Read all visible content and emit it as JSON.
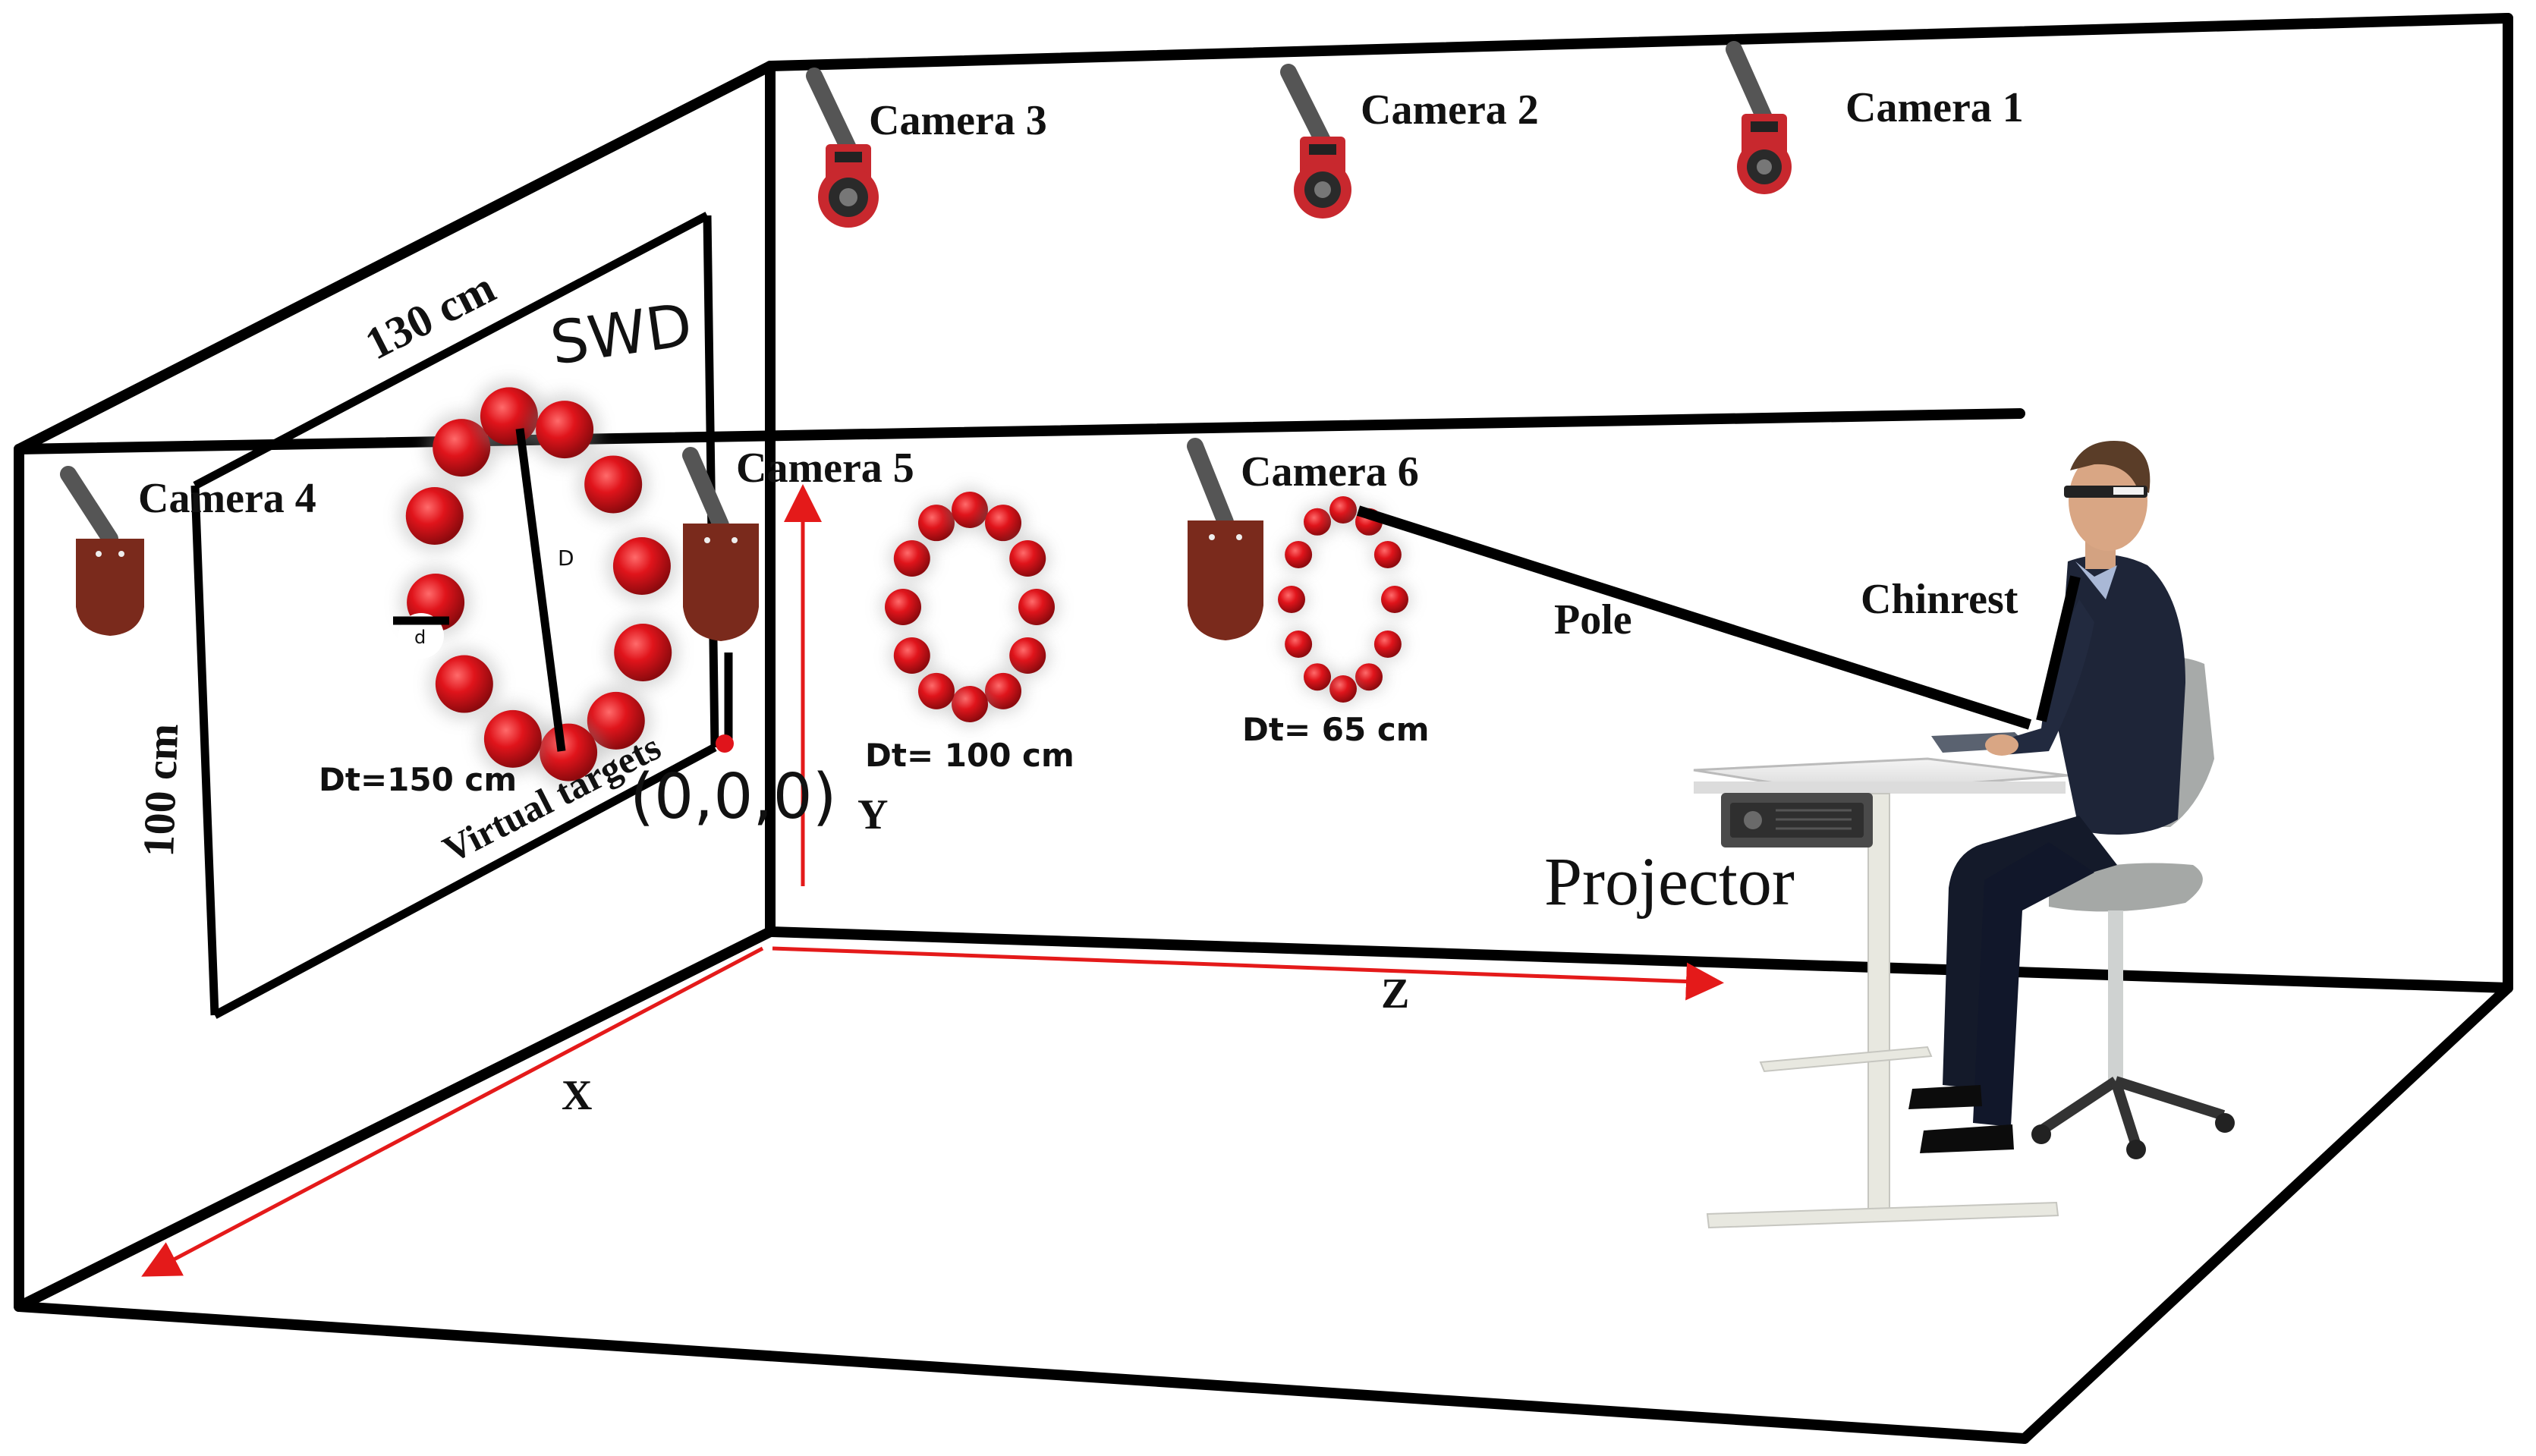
{
  "cameras": {
    "camera1": "Camera 1",
    "camera2": "Camera 2",
    "camera3": "Camera 3",
    "camera4": "Camera 4",
    "camera5": "Camera 5",
    "camera6": "Camera 6"
  },
  "labels": {
    "swd": "SWD",
    "width": "130 cm",
    "height": "100 cm",
    "virtual_targets": "Virtual targets",
    "origin": "(0,0,0)",
    "pole": "Pole",
    "chinrest": "Chinrest",
    "projector": "Projector",
    "D": "D",
    "d": "d"
  },
  "axes": {
    "x": "X",
    "y": "Y",
    "z": "Z"
  },
  "target_rings": [
    {
      "label": "Dt=150 cm",
      "count": 12
    },
    {
      "label": "Dt= 100 cm",
      "count": 12
    },
    {
      "label": "Dt= 65 cm",
      "count": 12
    }
  ],
  "colors": {
    "target_red": "#e0141b",
    "axis_red": "#e41a1a",
    "frame": "#000000",
    "camera_brown": "#7a2a1c",
    "camera_body_red": "#c8282e"
  }
}
